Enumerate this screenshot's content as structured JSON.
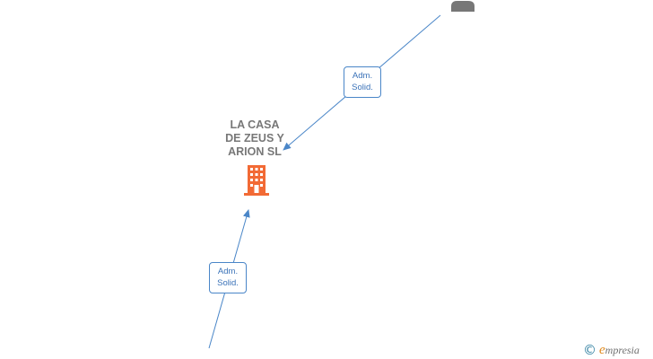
{
  "company": {
    "name": "LA CASA\nDE ZEUS Y\nARION  SL",
    "icon": "building-icon",
    "color": "#f26a35"
  },
  "person": {
    "icon": "person-icon",
    "color": "#777777"
  },
  "edges": [
    {
      "id": "edge-top",
      "role_line1": "Adm.",
      "role_line2": "Solid."
    },
    {
      "id": "edge-bottom",
      "role_line1": "Adm.",
      "role_line2": "Solid."
    }
  ],
  "colors": {
    "edge": "#4a86c8",
    "badge_text": "#3a72b8"
  },
  "watermark": {
    "symbol": "©",
    "initial": "e",
    "text": "mpresia"
  }
}
